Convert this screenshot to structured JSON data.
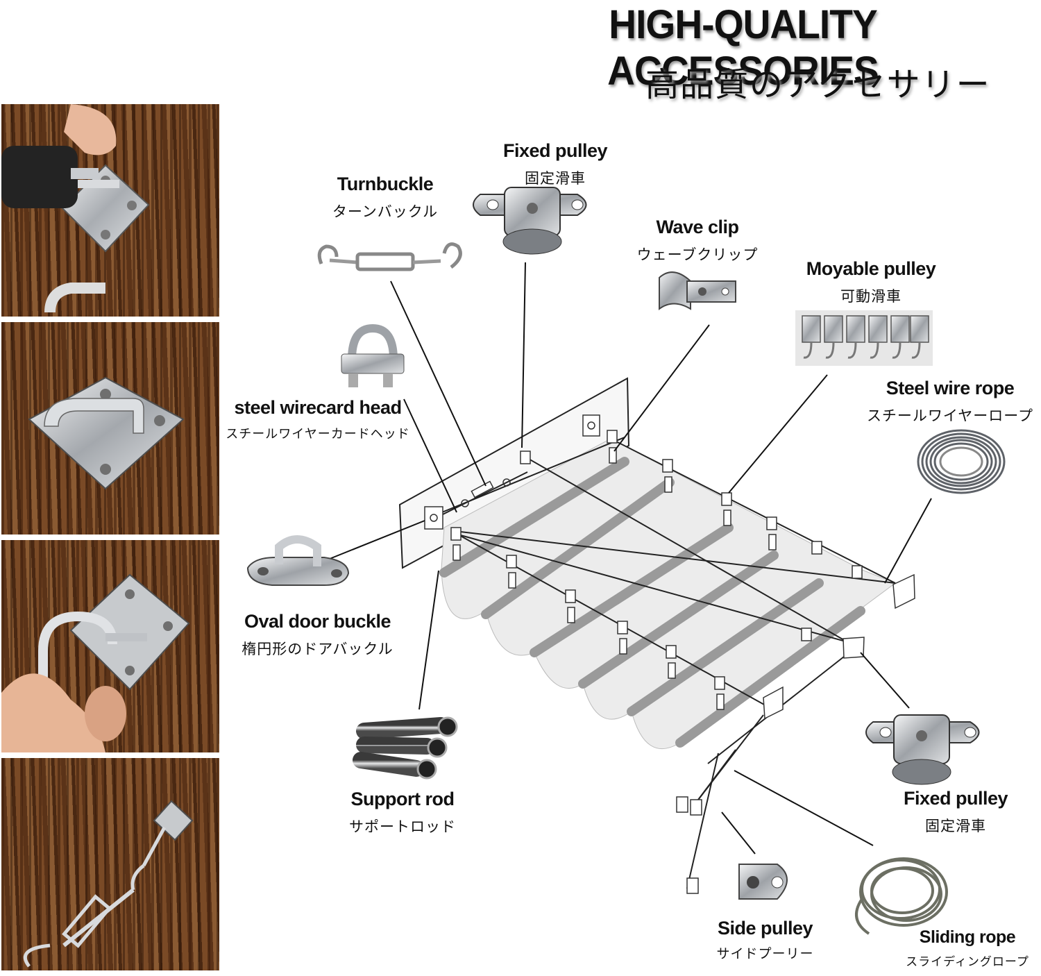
{
  "title": {
    "en": "HIGH-QUALITY ACCESSORIES",
    "jp": "高品質のアクセサリー"
  },
  "labels": {
    "fixed_pulley_top": {
      "en": "Fixed pulley",
      "jp": "固定滑車"
    },
    "turnbuckle": {
      "en": "Turnbuckle",
      "jp": "ターンバックル"
    },
    "wave_clip": {
      "en": "Wave clip",
      "jp": "ウェーブクリップ"
    },
    "movable_pulley": {
      "en": "Moyable pulley",
      "jp": "可動滑車"
    },
    "steel_wire_rope": {
      "en": "Steel wire rope",
      "jp": "スチールワイヤーロープ"
    },
    "wirecard_head": {
      "en": "steel wirecard head",
      "jp": "スチールワイヤーカードヘッド"
    },
    "oval_door_buckle": {
      "en": "Oval door buckle",
      "jp": "楕円形のドアバックル"
    },
    "support_rod": {
      "en": "Support rod",
      "jp": "サポートロッド"
    },
    "fixed_pulley_bottom": {
      "en": "Fixed pulley",
      "jp": "固定滑車"
    },
    "side_pulley": {
      "en": "Side pulley",
      "jp": "サイドプーリー"
    },
    "sliding_rope": {
      "en": "Sliding rope",
      "jp": "スライディングロープ"
    }
  },
  "colors": {
    "wood": "#6b3c1d",
    "steel": "#b9bcc0",
    "line": "#111111",
    "canopy": "#ededed",
    "rod": "#9a9a9a"
  },
  "photos": [
    {
      "icon": "drill-eye-plate-icon"
    },
    {
      "icon": "eye-plate-icon"
    },
    {
      "icon": "carabiner-eye-plate-icon"
    },
    {
      "icon": "turnbuckle-eye-plate-icon"
    }
  ]
}
